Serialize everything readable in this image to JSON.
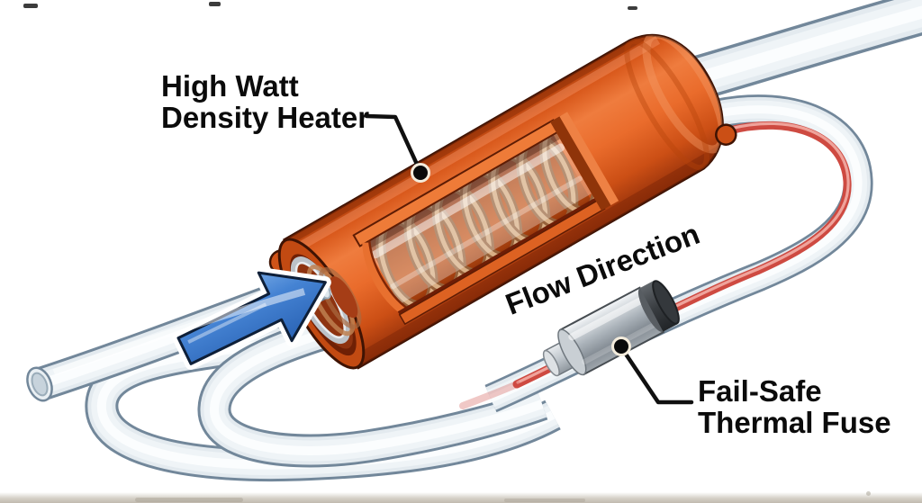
{
  "figure": {
    "type": "technical-illustration",
    "subject": "inline tubing fluid heater with fail-safe thermal fuse",
    "background": "#FFFFFF",
    "labels": {
      "heater": {
        "line1": "High Watt",
        "line2": "Density Heater"
      },
      "flow_direction": {
        "text": "Flow Direction",
        "rotation_deg": -21
      },
      "thermal_fuse": {
        "line1": "Fail-Safe",
        "line2": "Thermal Fuse"
      }
    },
    "components": [
      {
        "name": "high-watt-density-heater",
        "description": "orange cylindrical heater shell with cutaway window",
        "color": "#E2611F"
      },
      {
        "name": "heating-coil",
        "description": "copper coil visible through cutaway",
        "color": "#B0714A"
      },
      {
        "name": "flow-arrow",
        "description": "blue arrow entering heater inlet",
        "color": "#3E7FD0"
      },
      {
        "name": "inlet-tube",
        "description": "clear tube with open end at lower left",
        "color": "#E8EEF2"
      },
      {
        "name": "outlet-tube",
        "description": "clear tube exiting heater to top right",
        "color": "#E8EEF2"
      },
      {
        "name": "return-loop-tube",
        "description": "clear tube looping at right with heated red core",
        "core_color": "#CE4A41"
      },
      {
        "name": "bottom-coil-tubing",
        "description": "two nested tubing loops at bottom left",
        "color": "#E8EEF2"
      },
      {
        "name": "fail-safe-thermal-fuse",
        "description": "silver inline fuse with dark band",
        "color": "#AEB5BB",
        "band_color": "#3A3E42"
      }
    ],
    "colors": {
      "label_text": "#0B0B0B",
      "leader_line": "#101010",
      "heater_orange": "#E2611F",
      "heater_dark": "#93300A",
      "cutaway_interior": "#B04712",
      "coil_copper": "#B0714A",
      "tube_edge": "#72879A",
      "tube_fill": "#E8EEF2",
      "heated_core_red": "#CE4A41",
      "arrow_blue": "#3E7FD0",
      "fuse_silver": "#ABB3BA",
      "fuse_band": "#393D41"
    }
  }
}
